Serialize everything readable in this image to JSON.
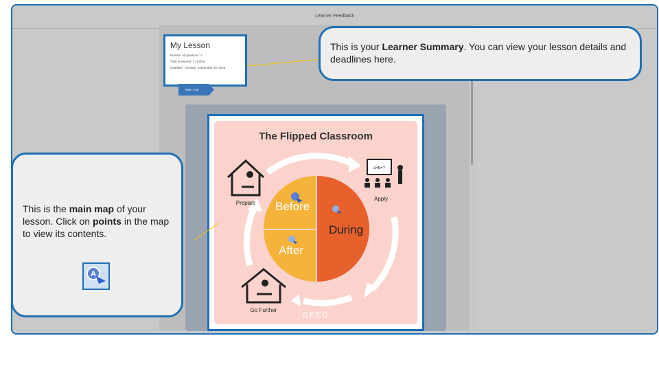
{
  "window": {
    "title": "Learner Feedback"
  },
  "summary": {
    "lesson_title": "My Lesson",
    "questions": "Number of questions: 2",
    "answered": "Total answered: 2 (100%)",
    "deadline": "Deadline: Tuesday, September 29, 2020"
  },
  "tab": {
    "label": "Main map"
  },
  "map": {
    "title": "The Flipped Classroom",
    "labels": {
      "prepare": "Prepare",
      "apply": "Apply",
      "before": "Before",
      "during": "During",
      "after": "After",
      "go_further": "Go Further",
      "brand": "GEED",
      "board_text": "a+b=?"
    }
  },
  "callouts": {
    "summary": {
      "pre": "This is your ",
      "bold": "Learner Summary",
      "post": ". You can view your lesson details and deadlines here."
    },
    "map": {
      "pre": "This is the ",
      "bold1": "main map",
      "mid": " of your lesson. Click on ",
      "bold2": "points",
      "post": " in the map to view its contents."
    }
  },
  "colors": {
    "accent": "#1f6fb3",
    "before_after": "#f6b33a",
    "during": "#e8612c",
    "map_bg": "#fbd3cc"
  },
  "icons": {
    "point_marker": "cursor-point-icon"
  }
}
